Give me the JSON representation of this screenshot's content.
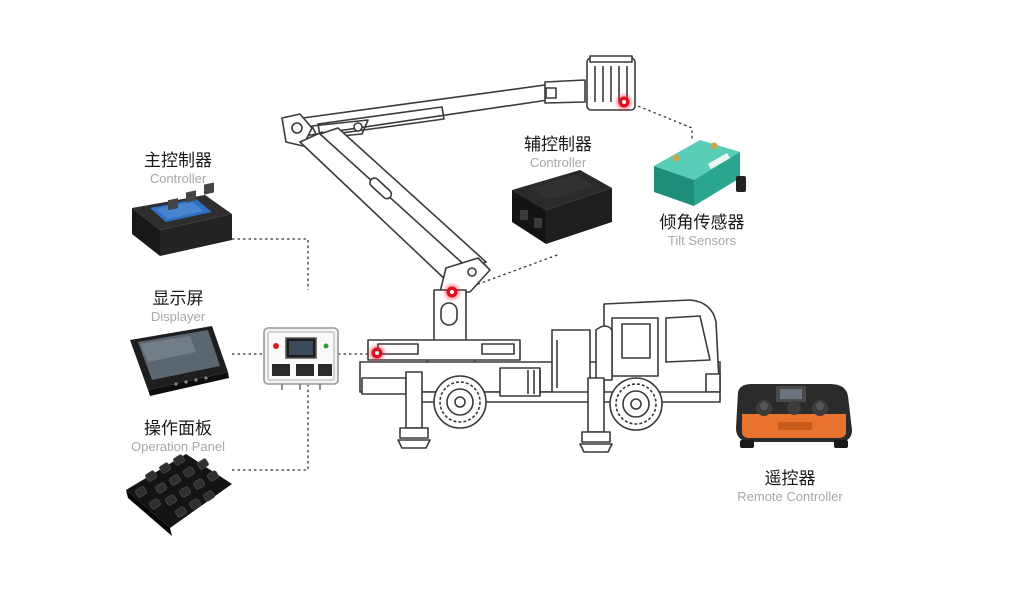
{
  "components": {
    "main_controller": {
      "cn": "主控制器",
      "en": "Controller"
    },
    "display": {
      "cn": "显示屏",
      "en": "Displayer"
    },
    "operation_panel": {
      "cn": "操作面板",
      "en": "Operation Panel"
    },
    "aux_controller": {
      "cn": "辅控制器",
      "en": "Controller"
    },
    "tilt_sensor": {
      "cn": "倾角传感器",
      "en": "Tilt Sensors"
    },
    "remote_controller": {
      "cn": "遥控器",
      "en": "Remote Controller"
    }
  },
  "colors": {
    "outline": "#3a3a3a",
    "connector": "#333333",
    "marker": "#e0101e",
    "sensor_green": "#2fb39a",
    "remote_orange": "#e8732c"
  }
}
